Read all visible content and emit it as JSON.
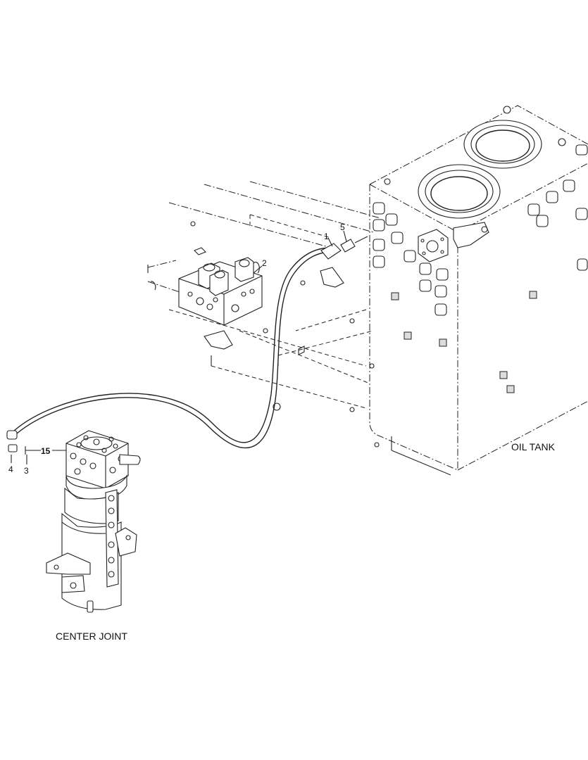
{
  "diagram": {
    "labels": {
      "oil_tank": "OIL TANK",
      "center_joint": "CENTER JOINT"
    },
    "callouts": {
      "c1": "1",
      "c2": "2",
      "c3": "3",
      "c4": "4",
      "c5": "5",
      "c15": "15"
    }
  }
}
